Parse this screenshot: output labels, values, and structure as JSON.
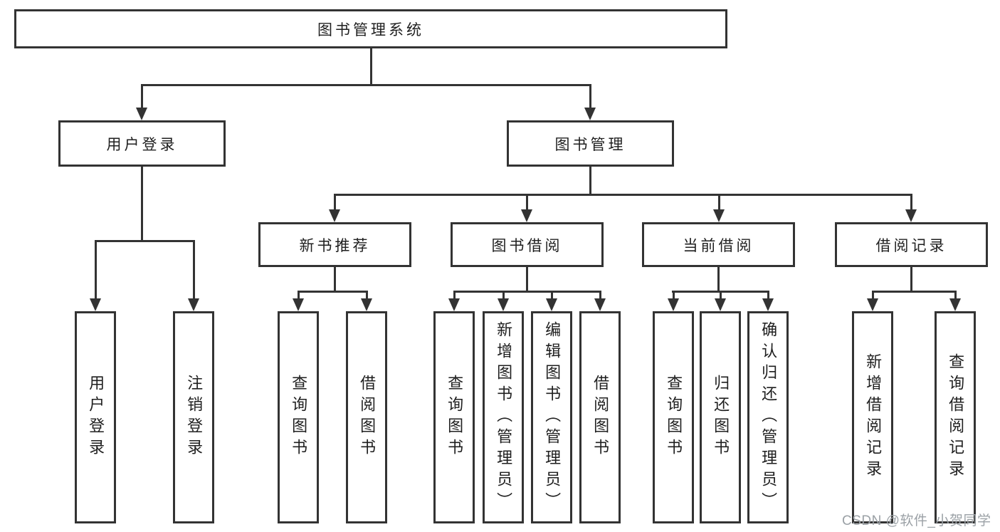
{
  "colors": {
    "line": "#333333",
    "text": "#1f1f1f",
    "wm": "#9ba1a6",
    "bg": "#ffffff"
  },
  "tree": {
    "label": "图书管理系统",
    "children": [
      {
        "label": "用户登录",
        "children": [
          {
            "label": "用户登录"
          },
          {
            "label": "注销登录"
          }
        ]
      },
      {
        "label": "图书管理",
        "children": [
          {
            "label": "新书推荐",
            "children": [
              {
                "label": "查询图书"
              },
              {
                "label": "借阅图书"
              }
            ]
          },
          {
            "label": "图书借阅",
            "children": [
              {
                "label": "查询图书"
              },
              {
                "label": "新增图书（管理员）"
              },
              {
                "label": "编辑图书（管理员）"
              },
              {
                "label": "借阅图书"
              }
            ]
          },
          {
            "label": "当前借阅",
            "children": [
              {
                "label": "查询图书"
              },
              {
                "label": "归还图书"
              },
              {
                "label": "确认归还（管理员）"
              }
            ]
          },
          {
            "label": "借阅记录",
            "children": [
              {
                "label": "新增借阅记录"
              },
              {
                "label": "查询借阅记录"
              }
            ]
          }
        ]
      }
    ]
  },
  "watermark": {
    "text": "CSDN @软件_小贺同学"
  }
}
